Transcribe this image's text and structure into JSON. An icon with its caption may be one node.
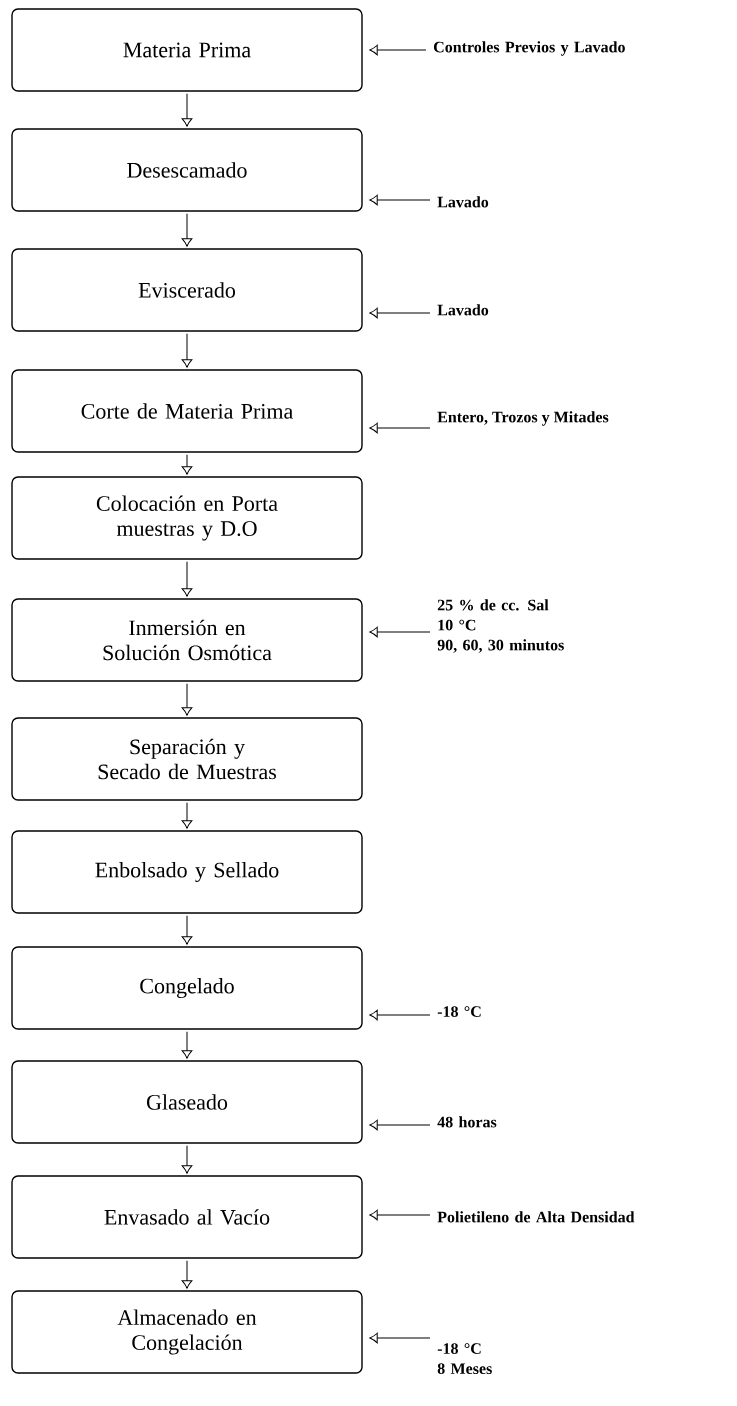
{
  "diagram": {
    "nodes": [
      {
        "text": [
          "Materia Prima"
        ]
      },
      {
        "text": [
          "Desescamado"
        ]
      },
      {
        "text": [
          "Eviscerado"
        ]
      },
      {
        "text": [
          "Corte de Materia Prima"
        ]
      },
      {
        "text": [
          "Colocación en Porta muestras y D.O"
        ]
      },
      {
        "text": [
          "Inmersión en Solución Osmótica"
        ]
      },
      {
        "text": [
          "Separación y Secado de Muestras"
        ]
      },
      {
        "text": [
          "Enbolsado y Sellado"
        ]
      },
      {
        "text": [
          "Congelado"
        ]
      },
      {
        "text": [
          "Glaseado"
        ]
      },
      {
        "text": [
          "Envasado al Vacío"
        ]
      },
      {
        "text": [
          "Almacenado en Congelación"
        ]
      },
      {
        "text": [
          "Controles Previos y Lavado"
        ]
      },
      {
        "text": [
          "Lavado"
        ]
      },
      {
        "text": [
          "Lavado"
        ]
      },
      {
        "text": [
          "Entero, Trozos y Mitades"
        ]
      },
      {
        "text": [
          "25 % de cc. Sal",
          "10 °C",
          "90, 60, 30 minutos"
        ]
      },
      {
        "text": [
          "-18 °C"
        ]
      },
      {
        "text": [
          "48 horas"
        ]
      },
      {
        "text": [
          "Polietileno de Alta Densidad"
        ]
      },
      {
        "text": [
          "-18 °C",
          "8 Meses"
        ]
      }
    ],
    "edges": [
      {
        "from": 0,
        "to": 1,
        "arrow": "to"
      },
      {
        "from": 1,
        "to": 2,
        "arrow": "to"
      },
      {
        "from": 2,
        "to": 3,
        "arrow": "to"
      },
      {
        "from": 3,
        "to": 4,
        "arrow": "to"
      },
      {
        "from": 4,
        "to": 5,
        "arrow": "to"
      },
      {
        "from": 5,
        "to": 6,
        "arrow": "to"
      },
      {
        "from": 6,
        "to": 7,
        "arrow": "to"
      },
      {
        "from": 7,
        "to": 8,
        "arrow": "to"
      },
      {
        "from": 8,
        "to": 9,
        "arrow": "to"
      },
      {
        "from": 9,
        "to": 10,
        "arrow": "to"
      },
      {
        "from": 10,
        "to": 11,
        "arrow": "to"
      },
      {
        "from": 12,
        "to": 0,
        "arrow": "to"
      },
      {
        "from": 13,
        "to": 1,
        "arrow": "to"
      },
      {
        "from": 14,
        "to": 2,
        "arrow": "to"
      },
      {
        "from": 15,
        "to": 3,
        "arrow": "to"
      },
      {
        "from": 16,
        "to": 5,
        "arrow": "to"
      },
      {
        "from": 17,
        "to": 8,
        "arrow": "to"
      },
      {
        "from": 18,
        "to": 9,
        "arrow": "to"
      },
      {
        "from": 19,
        "to": 10,
        "arrow": "to"
      },
      {
        "from": 20,
        "to": 11,
        "arrow": "to"
      }
    ]
  }
}
